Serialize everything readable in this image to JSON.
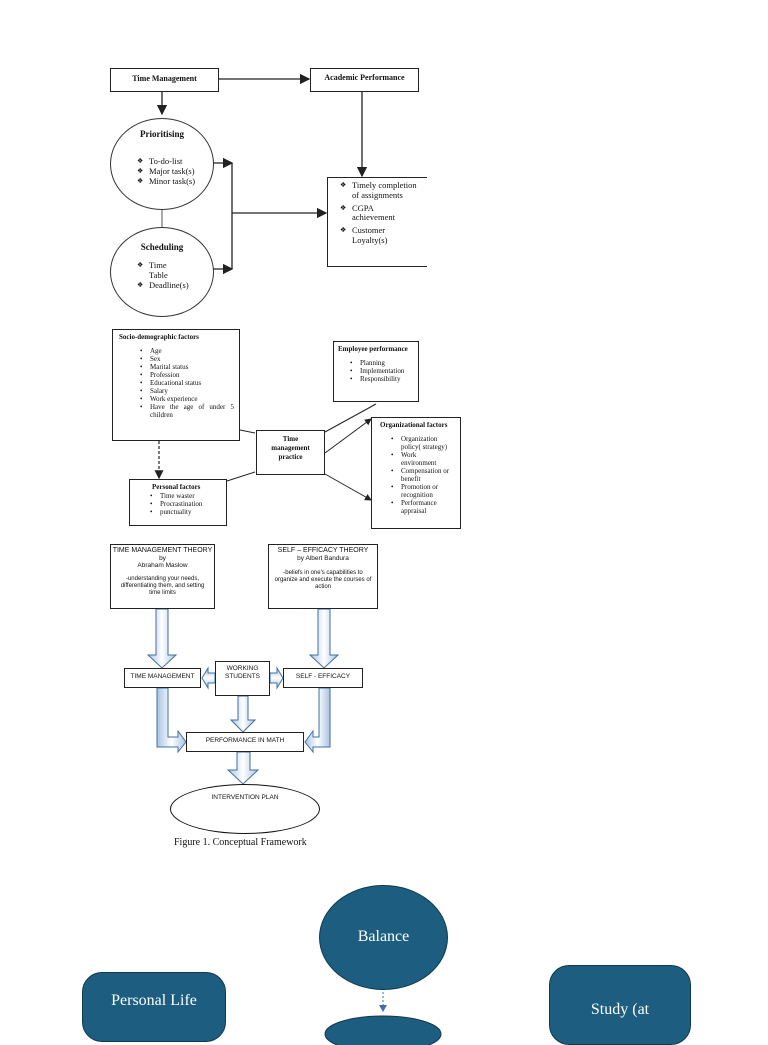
{
  "diagram1": {
    "time_management": "Time Management",
    "academic_performance": "Academic Performance",
    "prioritising": {
      "title": "Prioritising",
      "items": [
        "To-do-list",
        "Major task(s)",
        "Minor task(s)"
      ]
    },
    "scheduling": {
      "title": "Scheduling",
      "items": [
        "Time Table",
        "Deadline(s)"
      ]
    },
    "outcomes": [
      "Timely completion of assignments",
      "CGPA achievement",
      "Customer Loyalty(s)"
    ]
  },
  "diagram2": {
    "socio": {
      "title": "Socio-demographic factors",
      "items": [
        "Age",
        "Sex",
        "Marital status",
        "Profession",
        "Educational status",
        "Salary",
        "Work experience",
        "Have the age of under 5 children"
      ]
    },
    "employee": {
      "title": "Employee performance",
      "items": [
        "Planning",
        "Implementation",
        "Responsibility"
      ]
    },
    "practice": "Time management practice",
    "organizational": {
      "title": "Organizational factors",
      "items": [
        "Organization policy( strategy)",
        "Work environment",
        "Compensation or benefit",
        "Promotion or recognition",
        "Performance appraisal"
      ]
    },
    "personal": {
      "title": "Personal factors",
      "items": [
        "Time waster",
        "Procrastination",
        "punctuality"
      ]
    }
  },
  "diagram3": {
    "tmt": {
      "title": "TIME MANAGEMENT THEORY",
      "by": "by",
      "author": "Abraham Maslow",
      "desc": "-understanding your needs, differentiating them, and setting time limits"
    },
    "set": {
      "title": "SELF – EFFICACY THEORY",
      "author": "by Albert Bandura",
      "desc": "-beliefs in one's capabilities to organize and execute the courses of action"
    },
    "time_management": "TIME MANAGEMENT",
    "working_students": "WORKING STUDENTS",
    "self_efficacy": "SELF - EFFICACY",
    "performance": "PERFORMANCE IN MATH",
    "intervention": "INTERVENTION PLAN",
    "caption": "Figure 1. Conceptual Framework"
  },
  "diagram4": {
    "balance": "Balance",
    "personal_life": "Personal Life",
    "study": "Study (at",
    "colors": {
      "node": "#1d5d80",
      "text": "#ffffff"
    }
  }
}
